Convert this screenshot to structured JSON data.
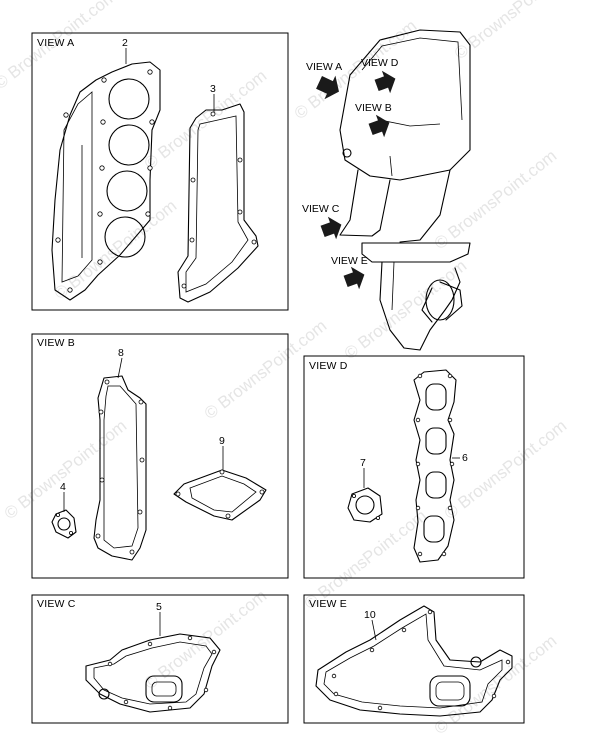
{
  "watermark": "© BrownsPoint.com",
  "panels": {
    "view_a": {
      "label": "VIEW A"
    },
    "view_b": {
      "label": "VIEW B"
    },
    "view_c": {
      "label": "VIEW C"
    },
    "view_d": {
      "label": "VIEW D"
    },
    "view_e": {
      "label": "VIEW E"
    }
  },
  "callouts": {
    "p2": "2",
    "p3": "3",
    "p4": "4",
    "p5": "5",
    "p6": "6",
    "p7": "7",
    "p8": "8",
    "p9": "9",
    "p10": "10"
  },
  "engine_view_labels": {
    "a": "VIEW A",
    "b": "VIEW B",
    "c": "VIEW C",
    "d": "VIEW D",
    "e": "VIEW E"
  }
}
